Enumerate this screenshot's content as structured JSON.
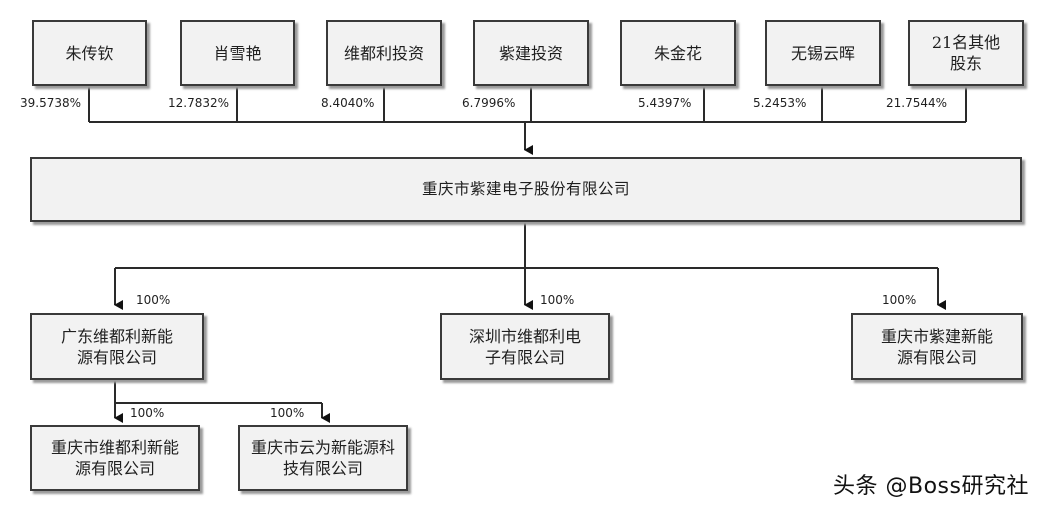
{
  "shareholders": [
    {
      "name": "朱传钦",
      "pct": "39.5738%"
    },
    {
      "name": "肖雪艳",
      "pct": "12.7832%"
    },
    {
      "name": "维都利投资",
      "pct": "8.4040%"
    },
    {
      "name": "紫建投资",
      "pct": "6.7996%"
    },
    {
      "name": "朱金花",
      "pct": "5.4397%"
    },
    {
      "name": "无锡云晖",
      "pct": "5.2453%"
    },
    {
      "name": "21名其他股东",
      "pct": "21.7544%"
    }
  ],
  "company": "重庆市紫建电子股份有限公司",
  "subsidiaries": [
    {
      "name": "广东维都利新能源有限公司",
      "pct": "100%"
    },
    {
      "name": "深圳市维都利电子有限公司",
      "pct": "100%"
    },
    {
      "name": "重庆市紫建新能源有限公司",
      "pct": "100%"
    }
  ],
  "sub_subsidiaries": [
    {
      "name": "重庆市维都利新能源有限公司",
      "pct": "100%"
    },
    {
      "name": "重庆市云为新能源科技有限公司",
      "pct": "100%"
    }
  ],
  "watermark": "头条 @Boss研究社"
}
